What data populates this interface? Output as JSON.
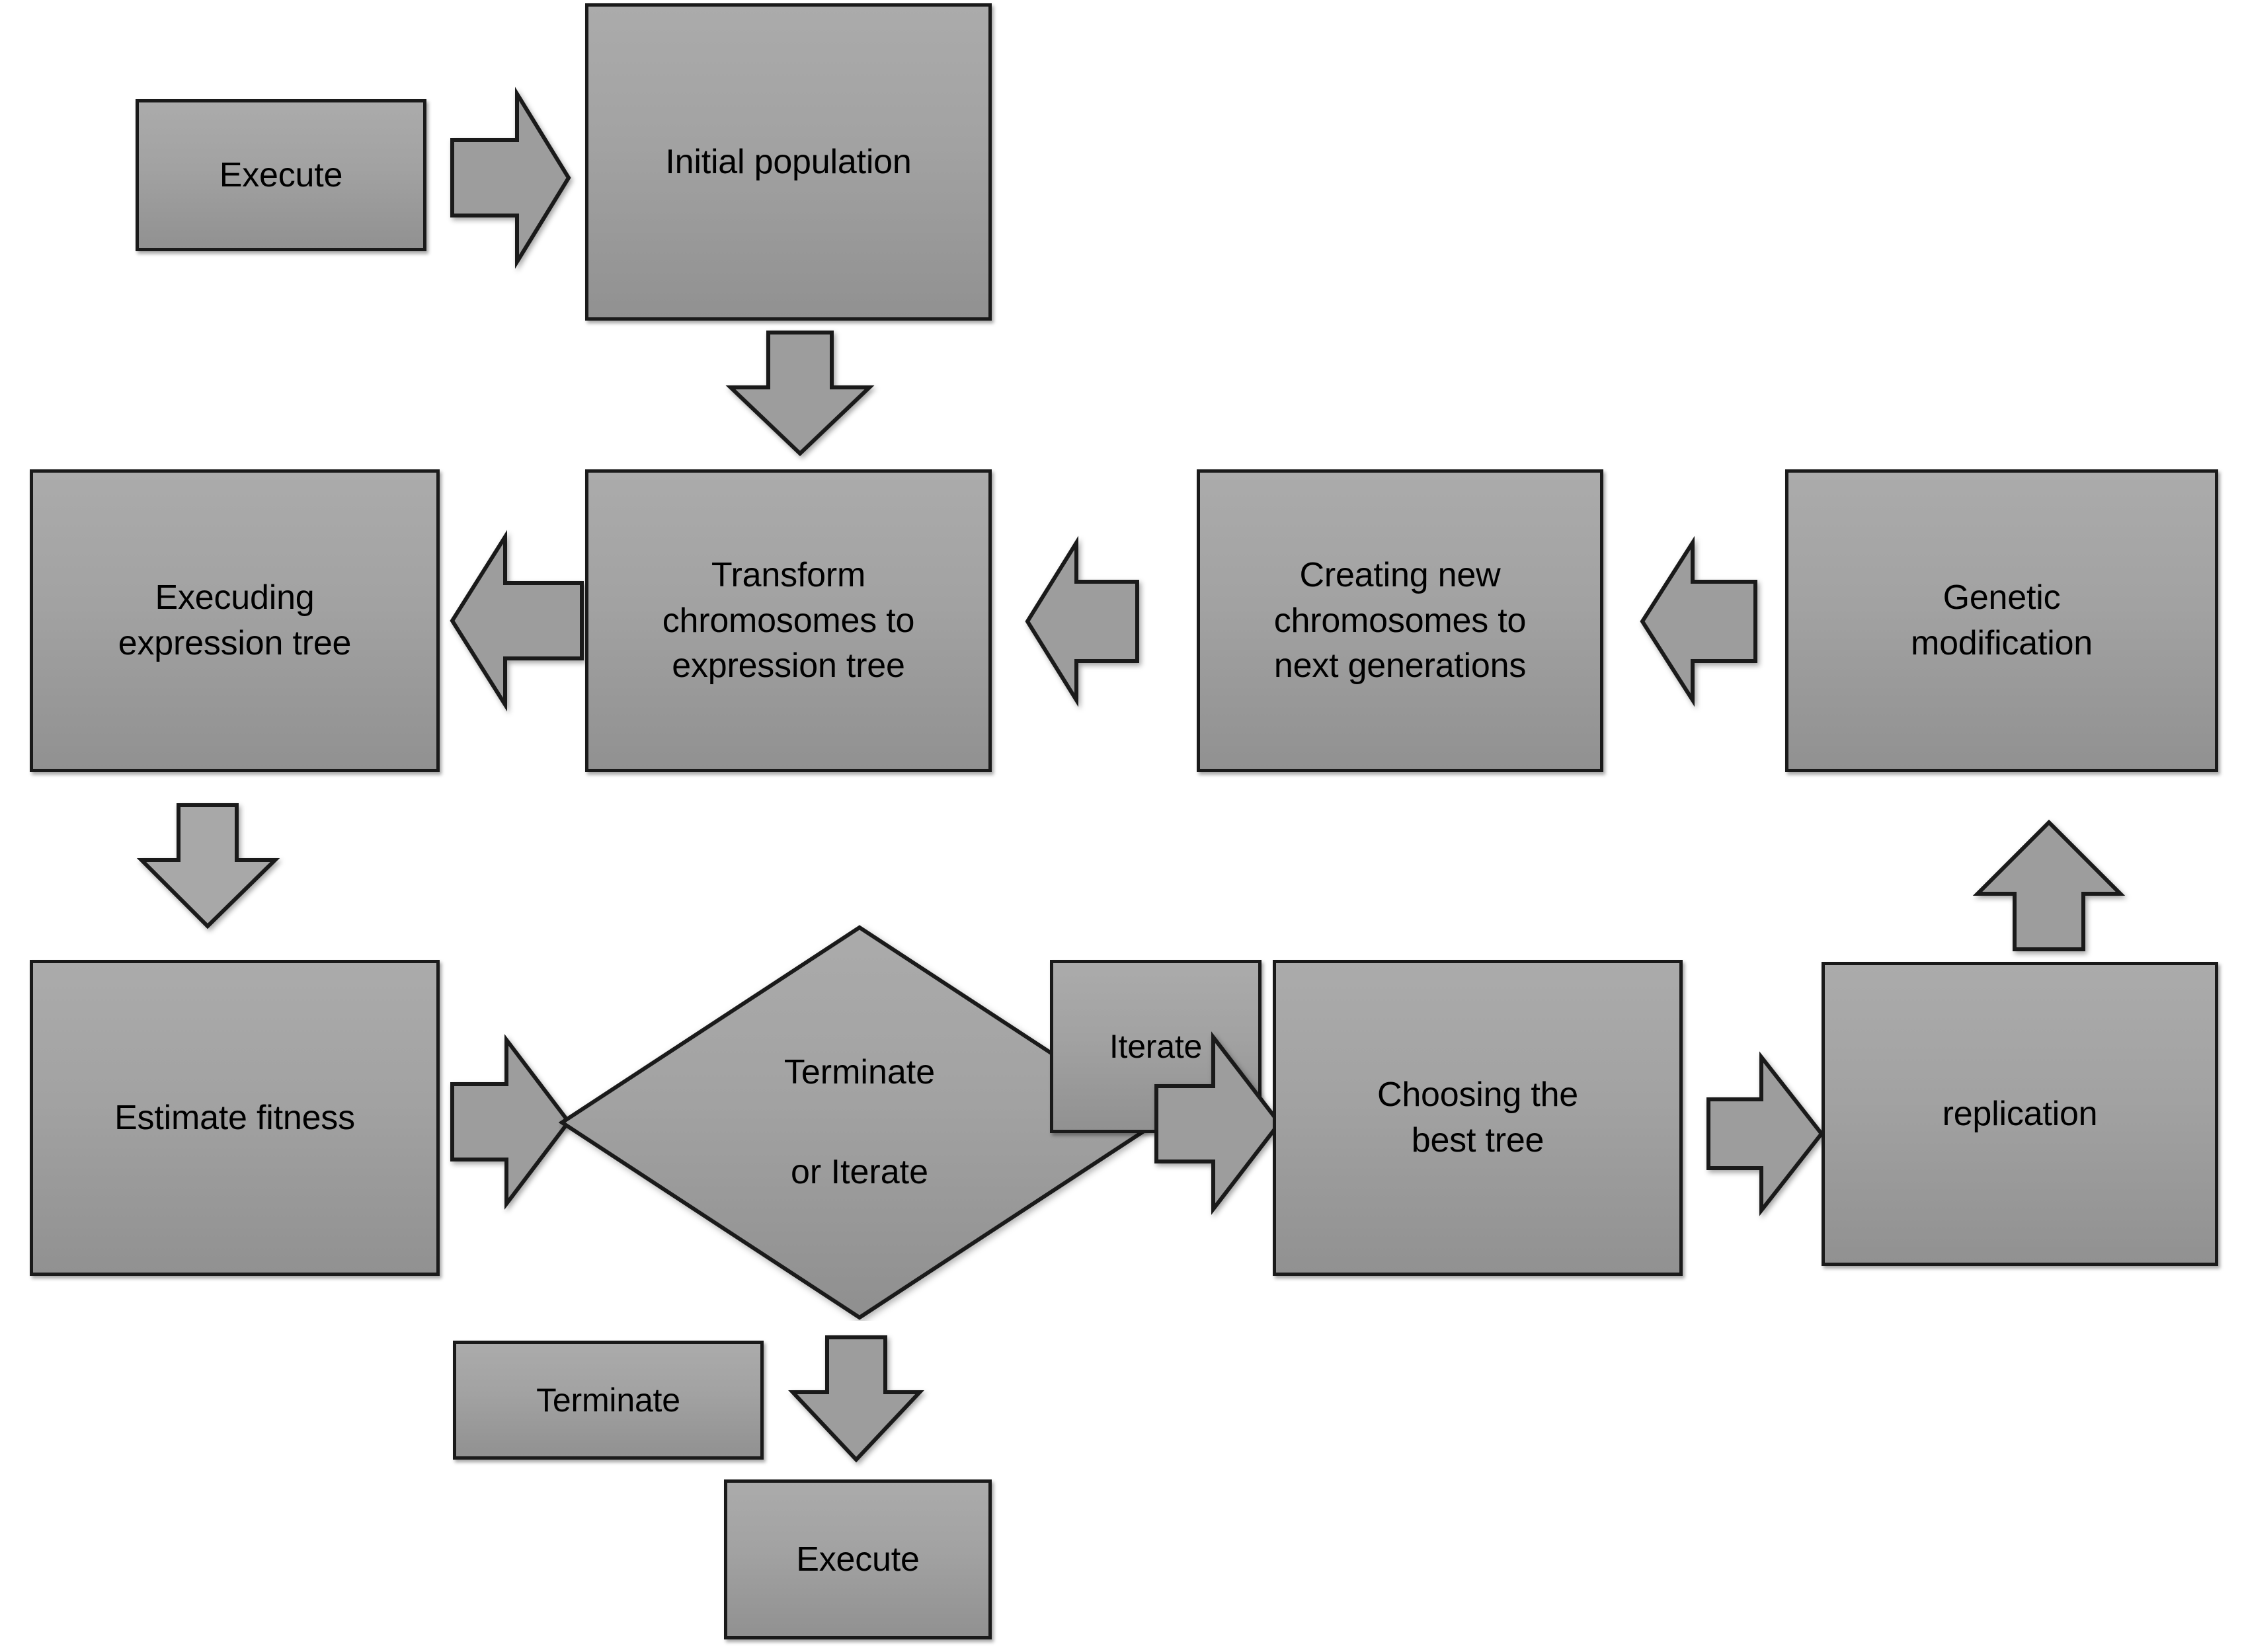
{
  "diagram": {
    "title": "Gene expression programming flowchart",
    "background_color": "#ffffff",
    "shape_fill_top": "#ababab",
    "shape_fill_bottom": "#919191",
    "shape_border_color": "#1a1a1a",
    "text_color": "#000000"
  },
  "nodes": [
    {
      "id": "execute-start",
      "label": "Execute",
      "shape": "rectangle"
    },
    {
      "id": "initial-population",
      "label": "Initial population",
      "shape": "rectangle"
    },
    {
      "id": "executing-expression-tree",
      "label": "Execuding\nexpression tree",
      "shape": "rectangle"
    },
    {
      "id": "transform-chromosomes",
      "label": "Transform\nchromosomes  to\nexpression tree",
      "shape": "rectangle"
    },
    {
      "id": "creating-new-chromosomes",
      "label": "Creating new\nchromosomes  to\nnext generations",
      "shape": "rectangle"
    },
    {
      "id": "genetic-modification",
      "label": "Genetic\nmodification",
      "shape": "rectangle"
    },
    {
      "id": "estimate-fitness",
      "label": "Estimate fitness",
      "shape": "rectangle"
    },
    {
      "id": "terminate-or-iterate",
      "label": "Terminate\n\nor Iterate",
      "shape": "diamond"
    },
    {
      "id": "iterate-label",
      "label": "Iterate",
      "shape": "rectangle"
    },
    {
      "id": "choosing-best-tree",
      "label": "Choosing the\nbest tree",
      "shape": "rectangle"
    },
    {
      "id": "replication",
      "label": "replication",
      "shape": "rectangle"
    },
    {
      "id": "terminate-label",
      "label": "Terminate",
      "shape": "rectangle"
    },
    {
      "id": "execute-end",
      "label": "Execute",
      "shape": "rectangle"
    }
  ],
  "connectors": [
    {
      "id": "execute-to-initial-population",
      "direction": "right"
    },
    {
      "id": "initial-population-to-transform",
      "direction": "down"
    },
    {
      "id": "transform-to-executing",
      "direction": "left"
    },
    {
      "id": "creating-to-transform",
      "direction": "left"
    },
    {
      "id": "genetic-modification-to-creating",
      "direction": "left"
    },
    {
      "id": "executing-to-estimate-fitness",
      "direction": "down"
    },
    {
      "id": "estimate-fitness-to-decision",
      "direction": "right"
    },
    {
      "id": "decision-to-choosing-best-tree",
      "direction": "right"
    },
    {
      "id": "choosing-best-tree-to-replication",
      "direction": "right"
    },
    {
      "id": "replication-to-genetic-modification",
      "direction": "up"
    },
    {
      "id": "decision-to-execute-end",
      "direction": "down"
    }
  ]
}
